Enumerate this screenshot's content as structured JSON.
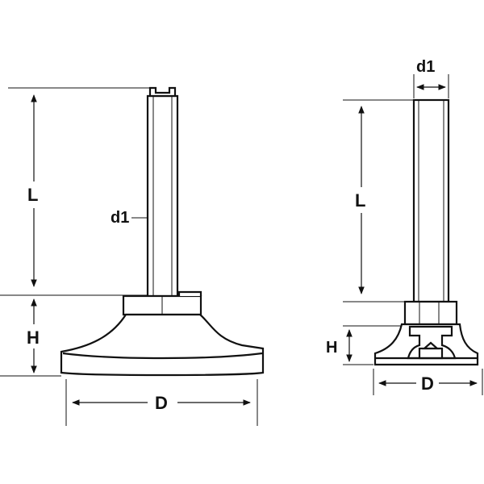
{
  "left_view": {
    "label_L": "L",
    "label_d1": "d1",
    "label_H": "H",
    "label_D": "D"
  },
  "right_view": {
    "label_d1": "d1",
    "label_L": "L",
    "label_H": "H",
    "label_D": "D"
  }
}
